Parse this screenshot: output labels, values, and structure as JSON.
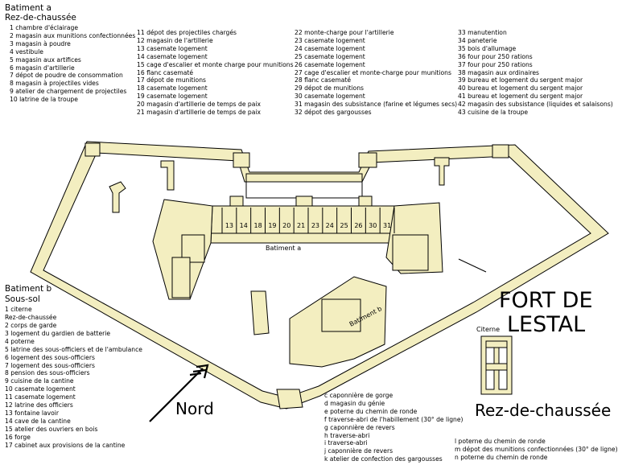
{
  "building_a": {
    "title": "Batiment a",
    "subtitle": "Rez-de-chaussée",
    "col1": [
      "1 chambre d'éclairage",
      "2 magasin aux munitions confectionnées",
      "3 magasin à poudre",
      "4 vestibule",
      "5 magasin aux artifices",
      "6 magasin d'artillerie",
      "7 dépot de poudre de consommation",
      "8 magasin à projectiles vides",
      "9 atelier de chargement de projectiles",
      "10 latrine de la troupe"
    ],
    "col2": [
      "11 dépot des projectiles chargés",
      "12 magasin de l'artillerie",
      "13 casemate logement",
      "14 casemate logement",
      "15 cage d'escalier et monte charge pour munitions",
      "16 flanc casematé",
      "17 dépot de munitions",
      "18 casemate logement",
      "19 casemate logement",
      "20 magasin d'artillerie de temps de paix",
      "21 magasin d'artillerie de temps de paix"
    ],
    "col3": [
      "22 monte-charge pour l'artillerie",
      "23 casemate logement",
      "24 casemate logement",
      "25 casemate logement",
      "26 casemate logement",
      "27 cage d'escalier et monte-charge pour munitions",
      "28 flanc casematé",
      "29 dépot de munitions",
      "30 casemate logement",
      "31 magasin des subsistance (farine et légumes secs)",
      "32 dépot des gargousses"
    ],
    "col4": [
      "33 manutention",
      "34 paneterie",
      "35 bois d'allumage",
      "36 four pour 250 rations",
      "37 four pour 250 rations",
      "38 magasin aux ordinaires",
      "39 bureau et logement du sergent major",
      "40 bureau et logement du sergent major",
      "41 bureau et logement du sergent major",
      "42 magasin des subsistance (liquides et salaisons)",
      "43 cuisine de la troupe"
    ]
  },
  "building_b": {
    "title": "Batiment b",
    "basement": "Sous-sol",
    "basement_items": [
      "1 citerne"
    ],
    "ground": "Rez-de-chaussée",
    "ground_items": [
      "2 corps de garde",
      "3 logement du gardien de batterie",
      "4 poterne",
      "5 latrine des sous-officiers et de l'ambulance",
      "6 logement des sous-officiers",
      "7 logement des sous-officiers",
      "8 pension des sous-officiers",
      "9 cuisine de la cantine",
      "10 casemate logement",
      "11 casemate logement",
      "12 latrine des officiers",
      "13 fontaine lavoir",
      "14 cave de la cantine",
      "15 atelier des ouvriers en bois",
      "16 forge",
      "17 cabinet aux provisions de la cantine"
    ]
  },
  "letters_1": [
    "c caponnière de gorge",
    "d magasin du génie",
    "e poterne du chemin de ronde",
    "f traverse-abri de l'habillement (30° de ligne)",
    "g caponnière de revers",
    "h traverse-abri",
    "i traverse-abri",
    "j caponnière de revers",
    "k atelier de confection des gargousses"
  ],
  "letters_2": [
    "l poterne du chemin de ronde",
    "m dépot des munitions confectionnées (30° de ligne)",
    "n poterne du chemin de ronde"
  ],
  "map_labels": {
    "batiment_a": "Batiment a",
    "batiment_b": "Batiment b",
    "fort_line1": "FORT DE",
    "fort_line2": "LESTAL",
    "citerne": "Citerne",
    "nord": "Nord",
    "floor": "Rez-de-chaussée"
  },
  "room_numbers_a": [
    "13",
    "14",
    "18",
    "19",
    "20",
    "21",
    "23",
    "24",
    "25",
    "26",
    "30",
    "31"
  ],
  "colors": {
    "fill": "#f3eec0",
    "stroke": "#000000"
  }
}
